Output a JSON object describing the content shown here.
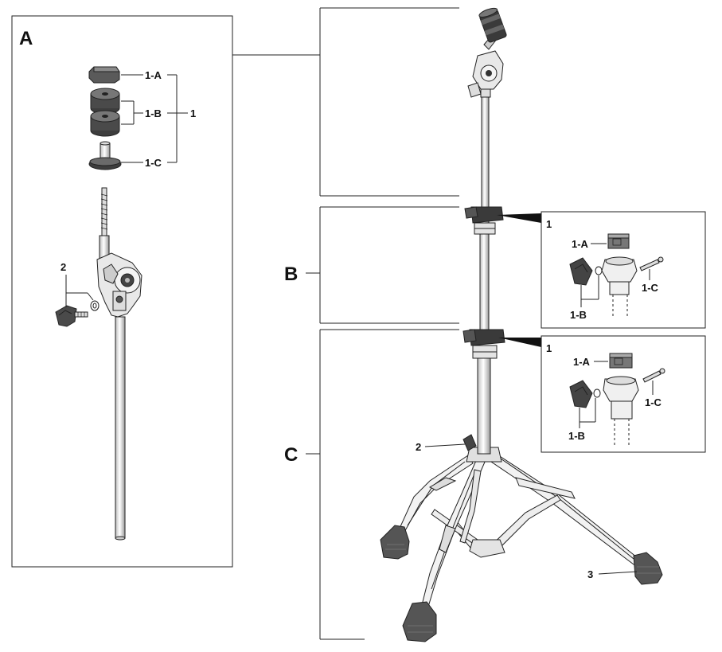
{
  "sections": {
    "a": {
      "label": "A"
    },
    "b": {
      "label": "B"
    },
    "c": {
      "label": "C"
    }
  },
  "panel_a": {
    "callout_1a": "1-A",
    "callout_1b": "1-B",
    "callout_1c": "1-C",
    "callout_1": "1",
    "callout_2": "2"
  },
  "inset_b": {
    "title": "1",
    "callout_1a": "1-A",
    "callout_1b": "1-B",
    "callout_1c": "1-C"
  },
  "inset_c": {
    "title": "1",
    "callout_1a": "1-A",
    "callout_1b": "1-B",
    "callout_1c": "1-C"
  },
  "stand": {
    "callout_2": "2",
    "callout_3": "3"
  },
  "colors": {
    "line": "#222222",
    "metal": "#e4e4e4",
    "dark_part": "#3a3a3a",
    "rubber": "#555555"
  }
}
